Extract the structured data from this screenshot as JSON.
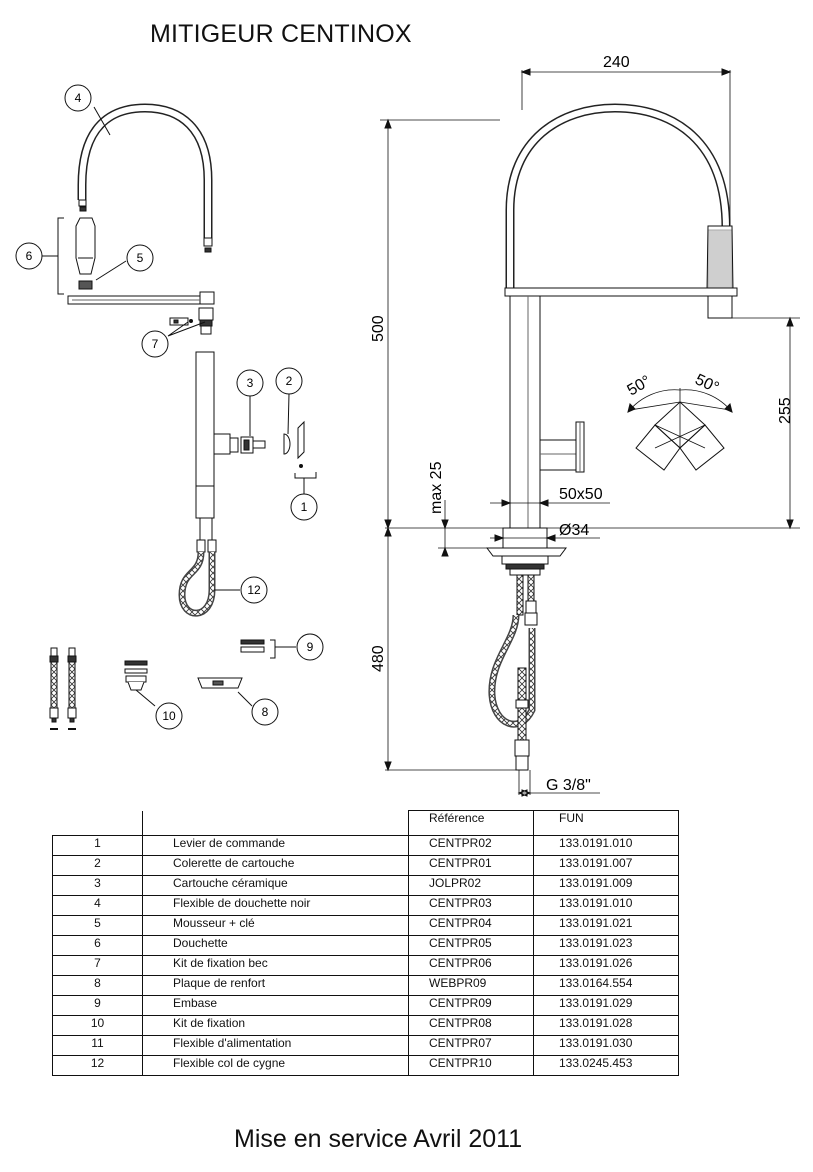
{
  "title": "MITIGEUR CENTINOX",
  "footer": "Mise en service Avril 2011",
  "dimensions": {
    "width": "240",
    "height_top": "500",
    "spout_height": "255",
    "base_max": "max 25",
    "square": "50x50",
    "diameter": "Ø34",
    "height_bottom": "480",
    "thread": "G 3/8\"",
    "angle_left": "50°",
    "angle_right": "50°"
  },
  "callouts": [
    "1",
    "2",
    "3",
    "4",
    "5",
    "6",
    "7",
    "8",
    "9",
    "10",
    "12"
  ],
  "table": {
    "headers": {
      "ref": "Référence",
      "fun": "FUN"
    },
    "rows": [
      {
        "num": "1",
        "desc": "Levier de commande",
        "ref": "CENTPR02",
        "fun": "133.0191.010"
      },
      {
        "num": "2",
        "desc": "Colerette de cartouche",
        "ref": "CENTPR01",
        "fun": "133.0191.007"
      },
      {
        "num": "3",
        "desc": "Cartouche céramique",
        "ref": "JOLPR02",
        "fun": "133.0191.009"
      },
      {
        "num": "4",
        "desc": "Flexible de douchette noir",
        "ref": "CENTPR03",
        "fun": "133.0191.010"
      },
      {
        "num": "5",
        "desc": "Mousseur + clé",
        "ref": "CENTPR04",
        "fun": "133.0191.021"
      },
      {
        "num": "6",
        "desc": "Douchette",
        "ref": "CENTPR05",
        "fun": "133.0191.023"
      },
      {
        "num": "7",
        "desc": "Kit de fixation bec",
        "ref": "CENTPR06",
        "fun": "133.0191.026"
      },
      {
        "num": "8",
        "desc": "Plaque de renfort",
        "ref": "WEBPR09",
        "fun": "133.0164.554"
      },
      {
        "num": "9",
        "desc": "Embase",
        "ref": "CENTPR09",
        "fun": "133.0191.029"
      },
      {
        "num": "10",
        "desc": "Kit de fixation",
        "ref": "CENTPR08",
        "fun": "133.0191.028"
      },
      {
        "num": "11",
        "desc": "Flexible d'alimentation",
        "ref": "CENTPR07",
        "fun": "133.0191.030"
      },
      {
        "num": "12",
        "desc": "Flexible col de cygne",
        "ref": "CENTPR10",
        "fun": "133.0245.453"
      }
    ]
  }
}
